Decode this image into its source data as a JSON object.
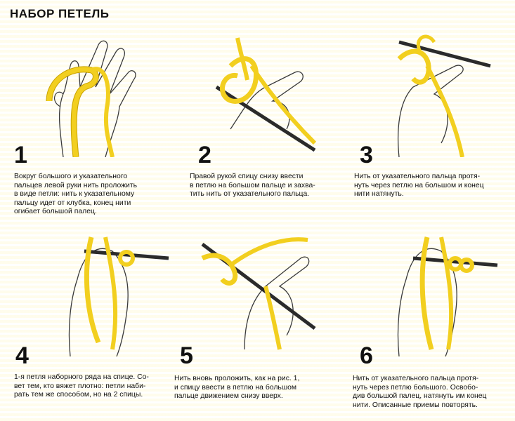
{
  "title": "НАБОР ПЕТЕЛЬ",
  "colors": {
    "yarn": "#f2cf1f",
    "yarn_edge": "#c9a300",
    "needle": "#2b2b2b",
    "sketch": "#3a3a3a",
    "panel_bg": "#fff9d9"
  },
  "steps": [
    {
      "number": "1",
      "caption": "Вокруг большого и указательного\nпальцев левой руки нить проложить\nв виде петли: нить к указательному\nпальцу идет от клубка, конец нити\nогибает большой палец."
    },
    {
      "number": "2",
      "caption": "Правой рукой спицу снизу ввести\nв петлю на большом пальце и захва-\nтить нить от указательного пальца."
    },
    {
      "number": "3",
      "caption": "Нить от указательного пальца протя-\nнуть через петлю на большом и конец\nнити натянуть."
    },
    {
      "number": "4",
      "caption": "1-я петля наборного ряда на спице. Со-\nвет тем, кто вяжет плотно: петли наби-\nрать тем же способом, но на 2 спицы."
    },
    {
      "number": "5",
      "caption": "Нить вновь проложить, как на рис. 1,\nи спицу ввести в петлю на большом\nпальце движением снизу вверх."
    },
    {
      "number": "6",
      "caption": "Нить от указательного пальца протя-\nнуть через петлю большого. Освобо-\nдив большой палец, натянуть им конец\nнити. Описанные приемы повторять."
    }
  ]
}
